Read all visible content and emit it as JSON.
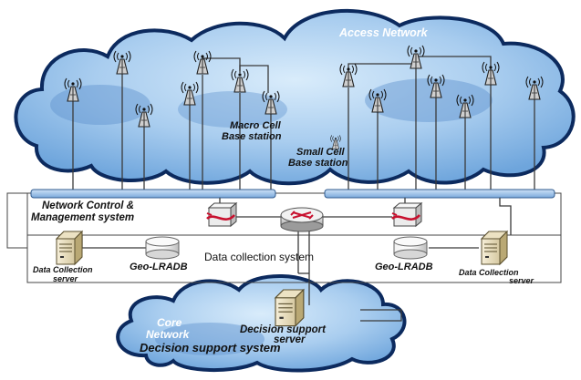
{
  "labels": {
    "access_network": "Access Network",
    "macro_cell_line1": "Macro Cell",
    "macro_cell_line2": "Base station",
    "small_cell_line1": "Small Cell",
    "small_cell_line2": "Base station",
    "ncm_line1": "Network Control &",
    "ncm_line2": "Management system",
    "data_collection_system": "Data collection system",
    "geo_lradb_left": "Geo-LRADB",
    "geo_lradb_right": "Geo-LRADB",
    "dc_server_left_line1": "Data Collection",
    "dc_server_left_line2": "server",
    "dc_server_right_line1": "Data Collection",
    "dc_server_right_line2": "server",
    "core_line1": "Core",
    "core_line2": "Network",
    "decision_server_line1": "Decision support",
    "decision_server_line2": "server",
    "decision_support_system": "Decision support system"
  },
  "colors": {
    "cloud_fill": "#8fbbe6",
    "cloud_stroke": "#0c2a5e",
    "bus_bar": "#9fc3ea",
    "line": "#3a3a3a",
    "firewall_red": "#c8102e"
  },
  "icons": {
    "macro_antenna": "cell-tower-icon",
    "small_antenna": "small-cell-icon",
    "server": "server-icon",
    "database": "database-icon",
    "router": "router-icon",
    "firewall": "firewall-icon"
  }
}
